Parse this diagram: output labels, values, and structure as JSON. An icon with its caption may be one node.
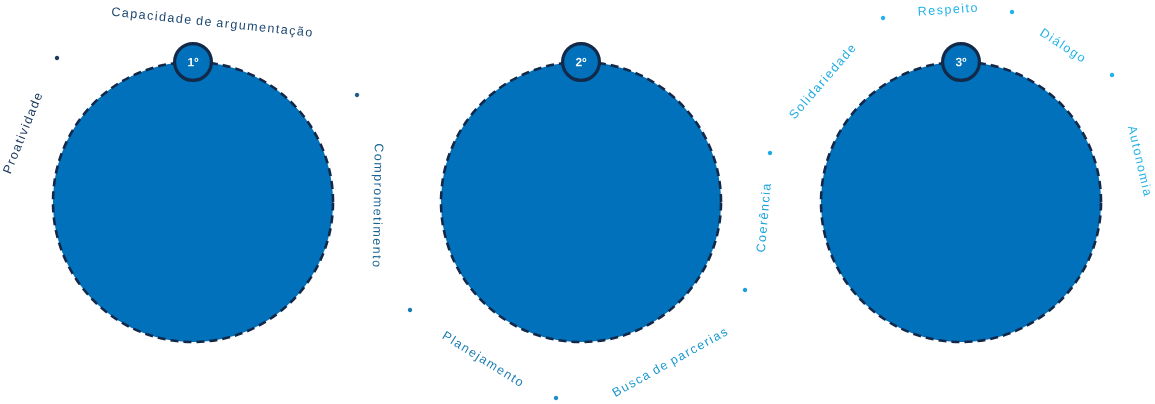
{
  "diagram": {
    "nodes": [
      {
        "text": [],
        "shape": "circle"
      },
      {
        "text": [
          "1º"
        ]
      },
      {
        "text": [],
        "shape": "circle"
      },
      {
        "text": [
          "2º"
        ]
      },
      {
        "text": [],
        "shape": "circle"
      },
      {
        "text": [
          "3º"
        ]
      }
    ],
    "labels": [
      "Proatividade",
      "Capacidade de argumentação",
      "Comprometimento",
      "Planejamento",
      "Busca de parcerias",
      "Coerência",
      "Solidariedade",
      "Respeito",
      "Diálogo",
      "Autonomia"
    ]
  }
}
